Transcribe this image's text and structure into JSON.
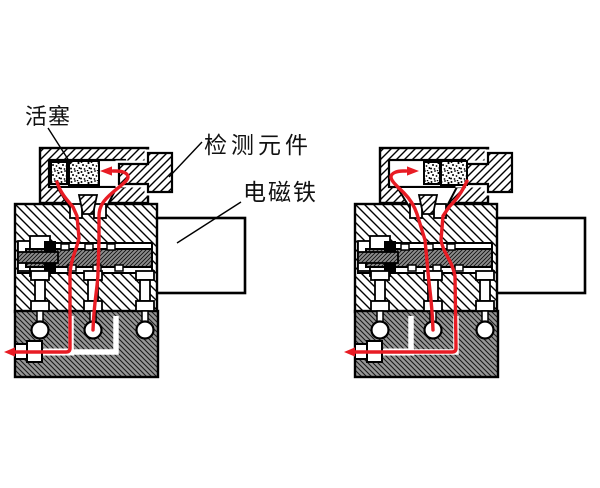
{
  "figure": {
    "type": "hydraulic-solenoid-valve-cross-section",
    "background": "#ffffff",
    "labels": {
      "piston": "活塞",
      "detection_element": "检测元件",
      "electromagnet": "电磁铁"
    },
    "colors": {
      "flow_path": "#e81c24",
      "outline": "#000000",
      "spool_fill": "#8d8d8d",
      "base_fill": "#979797",
      "white": "#ffffff"
    },
    "panels": [
      {
        "id": "left-valve",
        "piston_position": "left",
        "chamber_arrow_direction": "left",
        "outlet_arrow_direction": "left"
      },
      {
        "id": "right-valve",
        "piston_position": "right",
        "chamber_arrow_direction": "right",
        "outlet_arrow_direction": "left"
      }
    ]
  }
}
